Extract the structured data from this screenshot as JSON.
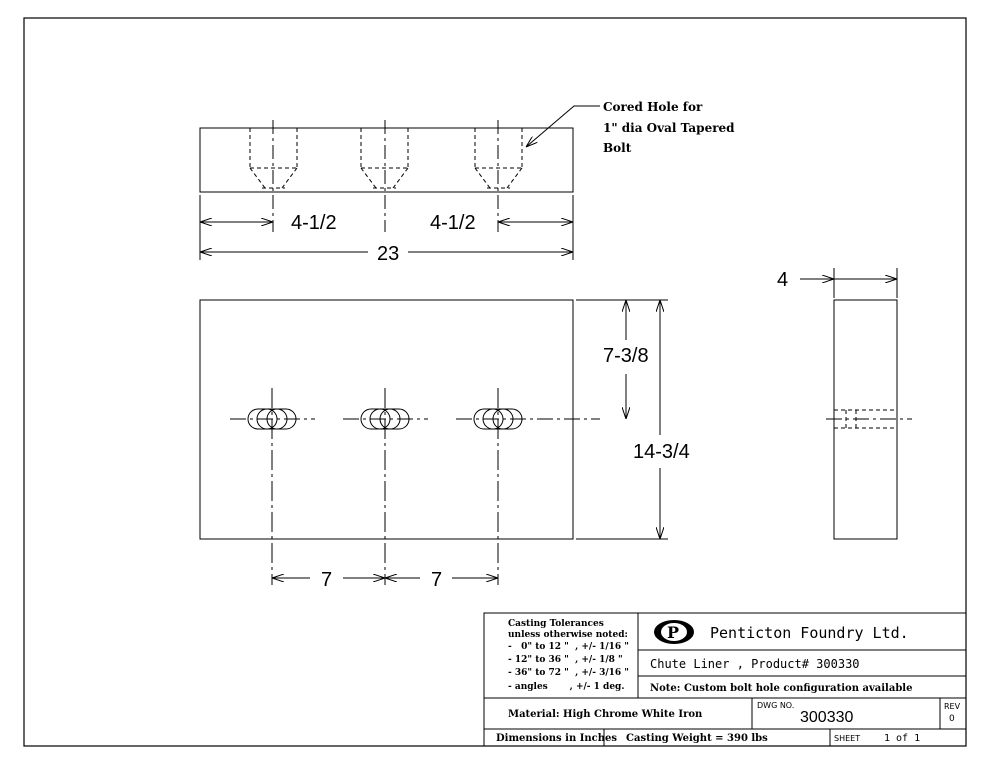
{
  "callout": {
    "line1": "Cored Hole for",
    "line2": "1\" dia Oval Tapered",
    "line3": "Bolt"
  },
  "dimensions": {
    "top_left_spacing": "4-1/2",
    "top_right_spacing": "4-1/2",
    "overall_length": "23",
    "thickness": "4",
    "half_height": "7-3/8",
    "overall_height": "14-3/4",
    "hole_spacing_left": "7",
    "hole_spacing_right": "7"
  },
  "title_block": {
    "tolerances": {
      "heading1": "Casting Tolerances",
      "heading2": "unless otherwise noted:",
      "rows": [
        "-   0\" to 12 \"  , +/- 1/16 \"",
        "- 12\" to 36 \"  , +/- 1/8 \"",
        "- 36\" to 72 \"  , +/- 3/16 \"",
        "- angles       , +/- 1 deg."
      ]
    },
    "company_name": "Penticton Foundry Ltd.",
    "logo_letter": "P",
    "part_description": "Chute Liner , Product# 300330",
    "note": "Note: Custom bolt hole configuration available",
    "material": "Material: High Chrome White Iron",
    "dwg_label": "DWG NO.",
    "dwg_number": "300330",
    "rev_label": "REV",
    "rev_value": "0",
    "units": "Dimensions in Inches",
    "weight": "Casting Weight = 390 lbs",
    "sheet_label": "SHEET",
    "sheet_value": "1 of 1"
  }
}
